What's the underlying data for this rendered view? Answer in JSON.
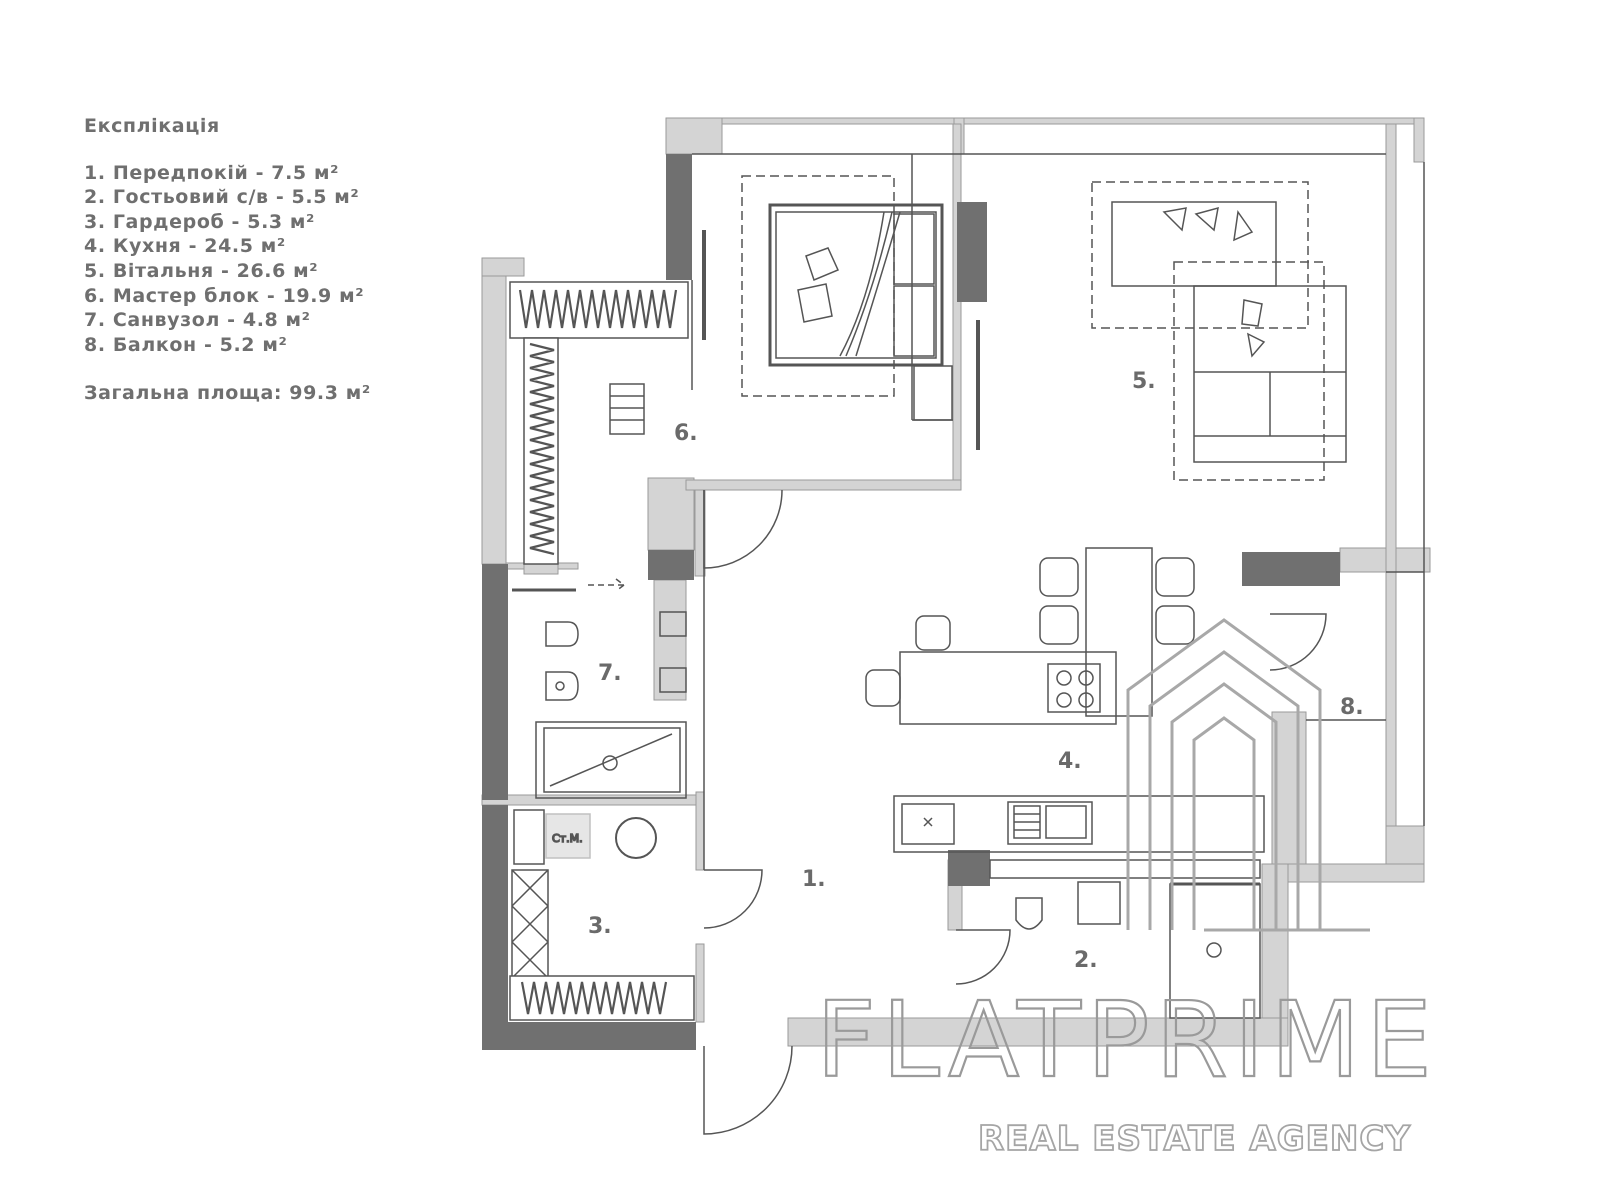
{
  "legend": {
    "title": "Експлікація",
    "items": [
      "1. Передпокій - 7.5 м²",
      "2. Гостьовий с/в - 5.5 м²",
      "3. Гардероб - 5.3 м²",
      "4. Кухня - 24.5 м²",
      "5. Вітальня - 26.6 м²",
      "6. Мастер блок - 19.9 м²",
      "7. Санвузол - 4.8 м²",
      "8. Балкон - 5.2 м²"
    ],
    "total": "Загальна площа: 99.3 м²"
  },
  "rooms": [
    "1.",
    "2.",
    "3.",
    "4.",
    "5.",
    "6.",
    "7.",
    "8."
  ],
  "labels": {
    "washer": "Ст.М."
  },
  "watermark": {
    "brand": "FLATPRIME",
    "tagline": "REAL ESTATE AGENCY"
  },
  "colors": {
    "wall_dark": "#707070",
    "wall_light": "#d4d4d4",
    "line": "#555555",
    "text": "#6f6f6f"
  }
}
